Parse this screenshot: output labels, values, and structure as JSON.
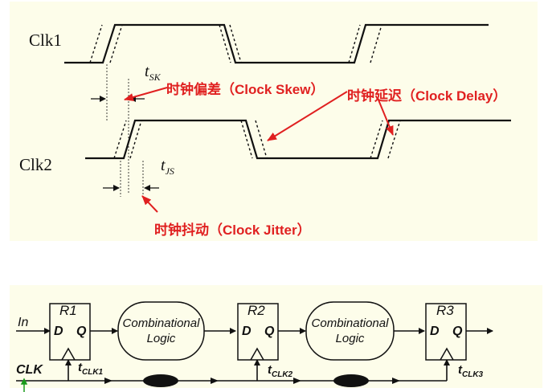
{
  "timing": {
    "clk1_label": "Clk1",
    "clk2_label": "Clk2",
    "tsk_main": "t",
    "tsk_sub": "SK",
    "tjs_main": "t",
    "tjs_sub": "JS",
    "skew_label": "时钟偏差（Clock Skew）",
    "delay_label": "时钟延迟（Clock Delay）",
    "jitter_label": "时钟抖动（Clock Jitter）"
  },
  "circuit": {
    "in_label": "In",
    "clk_label": "CLK",
    "registers": [
      {
        "name": "R1",
        "d": "D",
        "q": "Q"
      },
      {
        "name": "R2",
        "d": "D",
        "q": "Q"
      },
      {
        "name": "R3",
        "d": "D",
        "q": "Q"
      }
    ],
    "logic_blocks": [
      {
        "line1": "Combinational",
        "line2": "Logic"
      },
      {
        "line1": "Combinational",
        "line2": "Logic"
      }
    ],
    "tclk": [
      {
        "main": "t",
        "sub": "CLK1"
      },
      {
        "main": "t",
        "sub": "CLK2"
      },
      {
        "main": "t",
        "sub": "CLK3"
      }
    ]
  },
  "colors": {
    "panel_bg": "#fdfdea",
    "annotation_red": "#e02020",
    "line": "#111111"
  }
}
